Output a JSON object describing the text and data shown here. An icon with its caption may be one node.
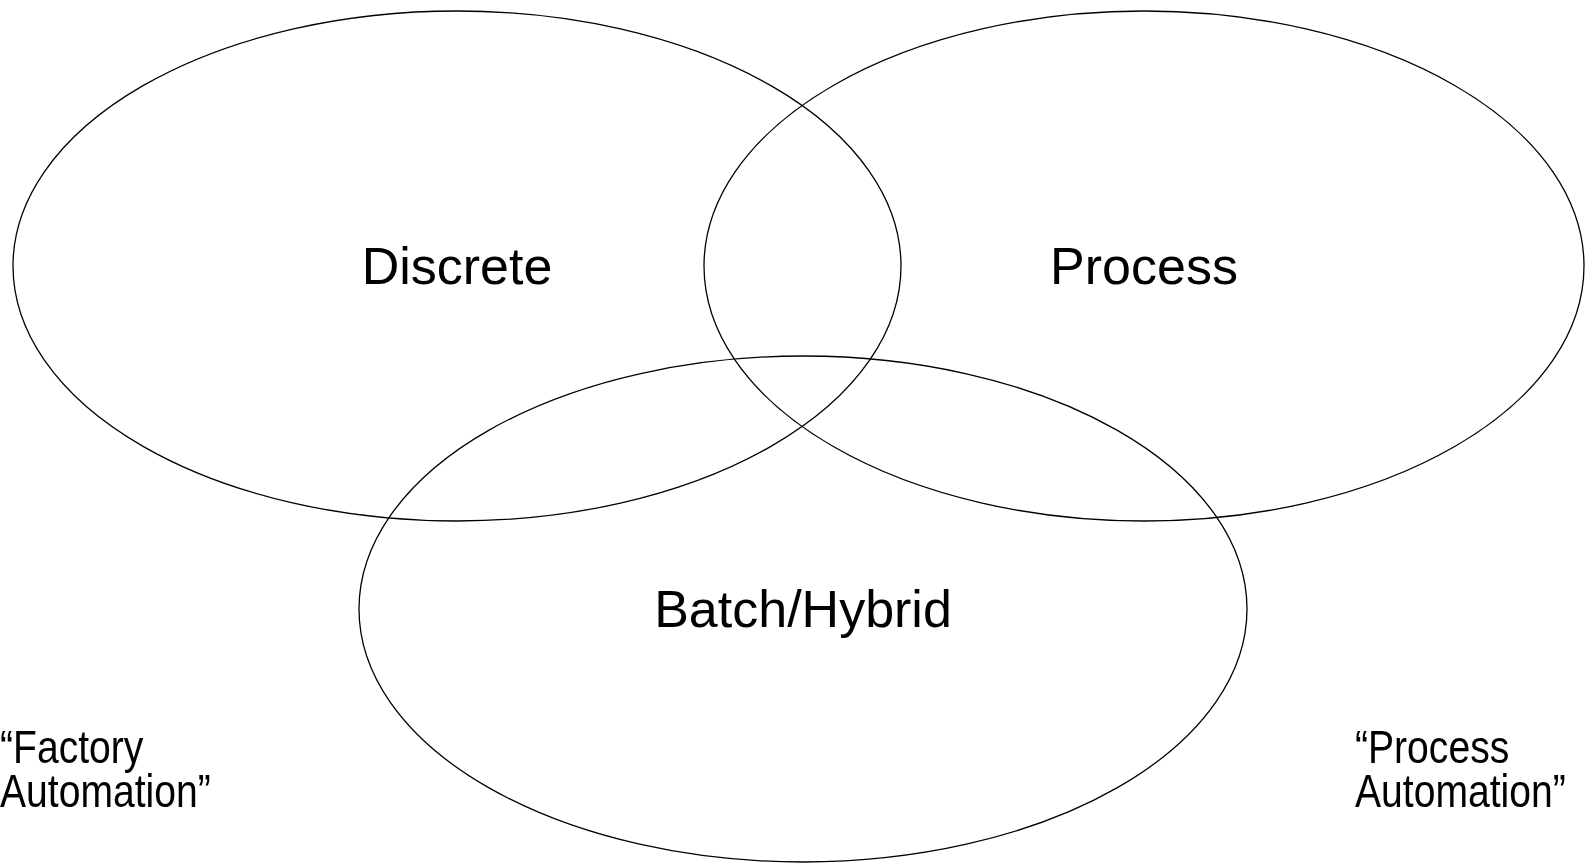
{
  "diagram": {
    "nodes": [
      {
        "text": [
          "Discrete"
        ]
      },
      {
        "text": [
          "Process"
        ]
      },
      {
        "text": [
          "Batch/Hybrid"
        ]
      }
    ],
    "labels": [
      "“Factory Automation”",
      "“Process Automation”"
    ]
  }
}
